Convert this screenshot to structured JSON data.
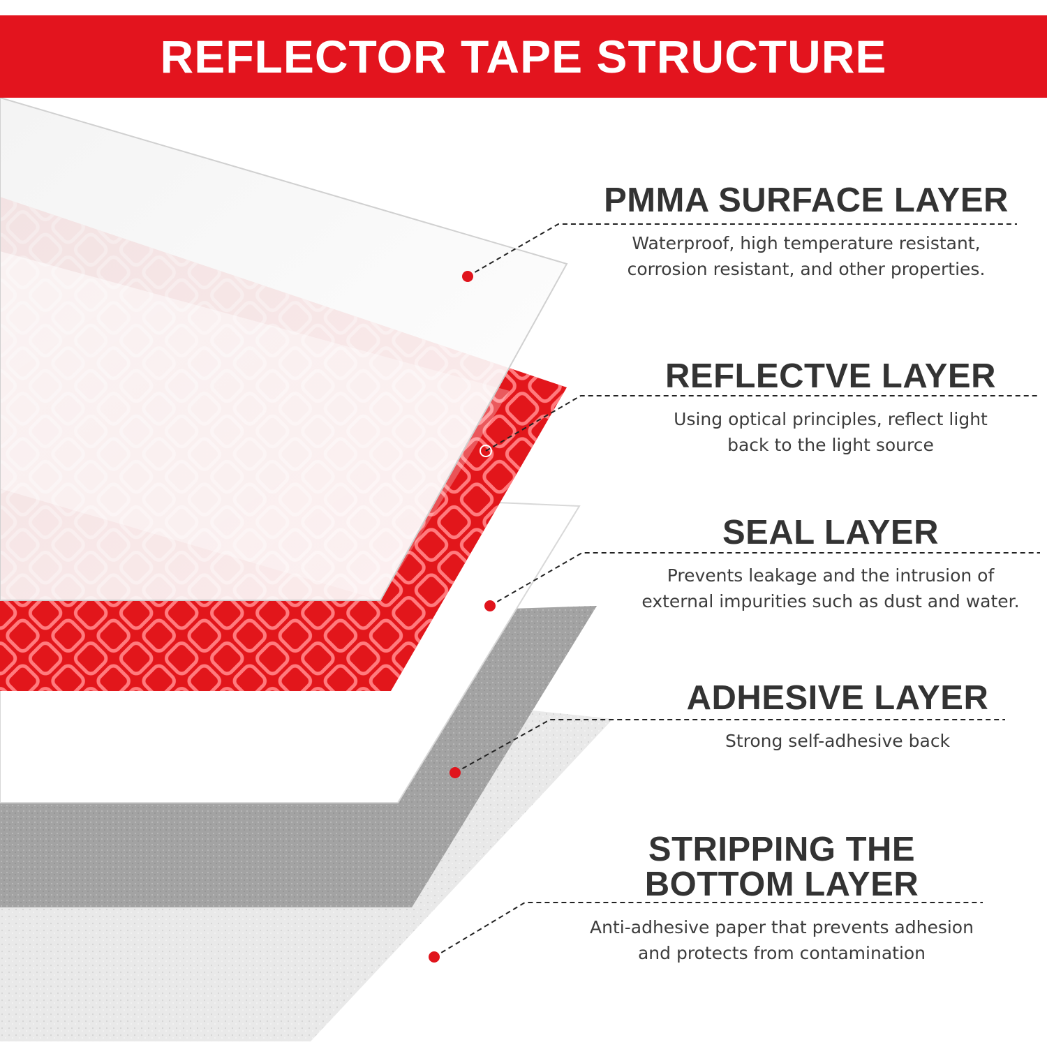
{
  "header": {
    "title": "REFLECTOR TAPE STRUCTURE"
  },
  "colors": {
    "banner": "#e3141e",
    "reflective_red": "#e2161b",
    "adhesive_gray": "#a3a3a3",
    "release_paper": "#ececec",
    "marker_dot": "#e0141c",
    "title_text": "#333333"
  },
  "layers": [
    {
      "title": "PMMA SURFACE LAYER",
      "description": [
        "Waterproof, high temperature resistant,",
        "corrosion resistant, and other properties."
      ]
    },
    {
      "title": "REFLECTVE LAYER",
      "description": [
        "Using optical principles, reflect light",
        "back to the light source"
      ]
    },
    {
      "title": "SEAL LAYER",
      "description": [
        "Prevents leakage and the intrusion of",
        "external impurities such as dust and water."
      ]
    },
    {
      "title": "ADHESIVE LAYER",
      "description": [
        "Strong self-adhesive back"
      ]
    },
    {
      "title_lines": [
        "STRIPPING THE",
        "BOTTOM LAYER"
      ],
      "description": [
        "Anti-adhesive paper that prevents adhesion",
        "and protects from contamination"
      ]
    }
  ]
}
